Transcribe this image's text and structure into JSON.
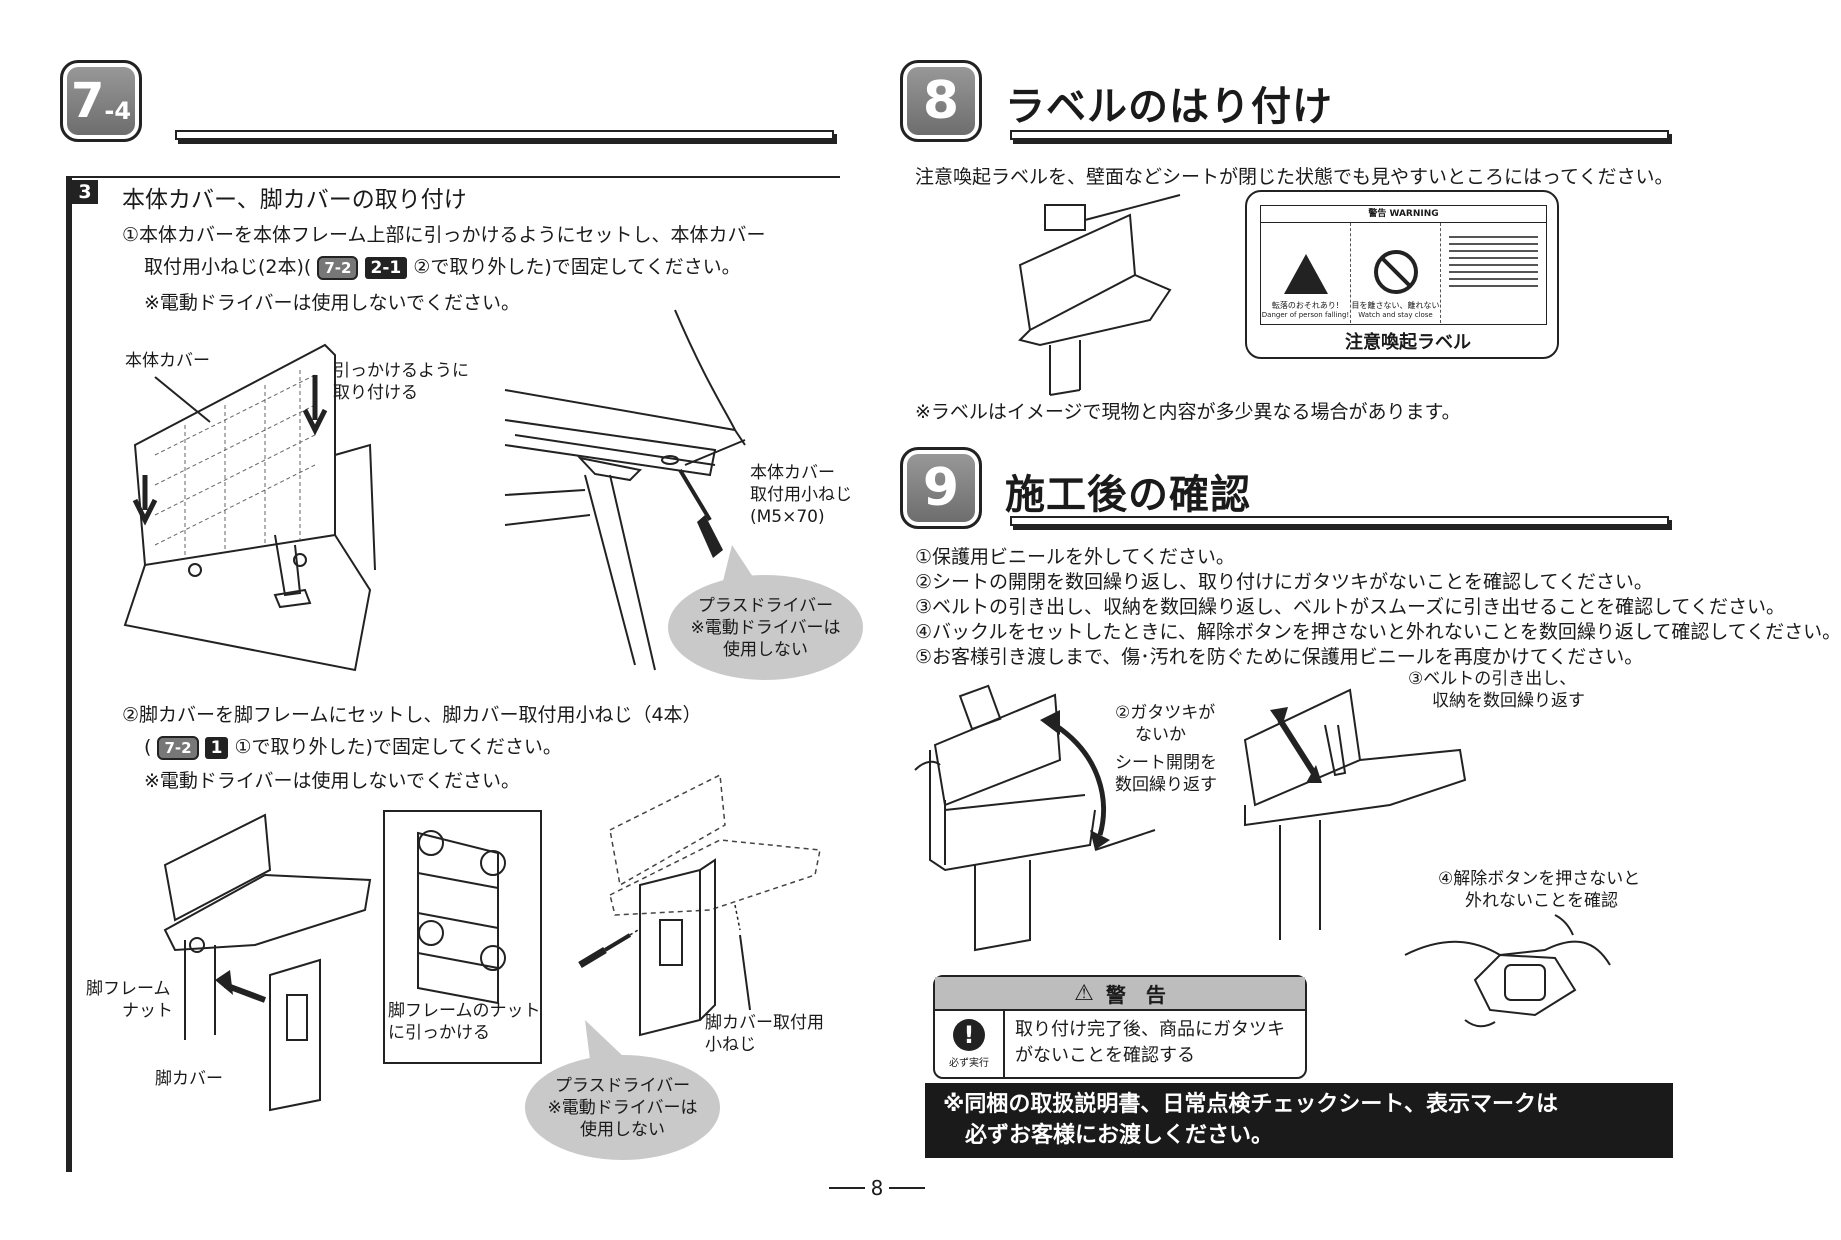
{
  "left": {
    "badge_main": "7",
    "badge_sub": "-4",
    "step_num": "3",
    "section_title": "本体カバー、脚カバーの取り付け",
    "p1_line1": "①本体カバーを本体フレーム上部に引っかけるようにセットし、本体カバー",
    "p1_line2_a": "取付用小ねじ(2本)(",
    "p1_ref1": "7-2",
    "p1_ref2": "2-1",
    "p1_line2_b": "②で取り外した)で固定してください。",
    "p1_note": "※電動ドライバーは使用しないでください。",
    "fig1_label_cover": "本体カバー",
    "fig1_label_hook1": "引っかけるように",
    "fig1_label_hook2": "取り付ける",
    "fig2_label1": "本体カバー",
    "fig2_label2": "取付用小ねじ",
    "fig2_label3": "(M5×70)",
    "bubble1_line1": "プラスドライバー",
    "bubble1_line2": "※電動ドライバーは",
    "bubble1_line3": "使用しない",
    "p2_line1": "②脚カバーを脚フレームにセットし、脚カバー取付用小ねじ（4本）",
    "p2_line2_a": "(",
    "p2_ref1": "7-2",
    "p2_ref2": "1",
    "p2_line2_b": "①で取り外した)で固定してください。",
    "p2_note": "※電動ドライバーは使用しないでください。",
    "fig3_frame": "脚フレーム",
    "fig3_nut": "ナット",
    "fig3_legcover": "脚カバー",
    "fig3_hook1": "脚フレームのナット",
    "fig3_hook2": "に引っかける",
    "fig4_screw1": "脚カバー取付用",
    "fig4_screw2": "小ねじ",
    "bubble2_line1": "プラスドライバー",
    "bubble2_line2": "※電動ドライバーは",
    "bubble2_line3": "使用しない"
  },
  "right": {
    "badge8": "8",
    "title8": "ラベルのはり付け",
    "text8": "注意喚起ラベルを、壁面などシートが閉じた状態でも見やすいところにはってください。",
    "label_caption": "注意喚起ラベル",
    "label_header": "警告 WARNING",
    "label_left_jp": "転落のおそれあり!",
    "label_left_en": "Danger of person falling!",
    "label_mid_jp": "目を離さない、離れない",
    "label_mid_en": "Watch and stay close",
    "note8": "※ラベルはイメージで現物と内容が多少異なる場合があります。",
    "badge9": "9",
    "title9": "施工後の確認",
    "items9": [
      "①保護用ビニールを外してください。",
      "②シートの開閉を数回繰り返し、取り付けにガタツキがないことを確認してください。",
      "③ベルトの引き出し、収納を数回繰り返し、ベルトがスムーズに引き出せることを確認してください。",
      "④バックルをセットしたときに、解除ボタンを押さないと外れないことを数回繰り返して確認してください。",
      "⑤お客様引き渡しまで、傷･汚れを防ぐために保護用ビニールを再度かけてください。"
    ],
    "c2_a": "②ガタツキが",
    "c2_b": "ないか",
    "c2_c": "シート開閉を",
    "c2_d": "数回繰り返す",
    "c3_a": "③ベルトの引き出し、",
    "c3_b": "収納を数回繰り返す",
    "c4_a": "④解除ボタンを押さないと",
    "c4_b": "外れないことを確認",
    "warn_title": "警　告",
    "warn_icon_label": "必ず実行",
    "warn_line1": "取り付け完了後、商品にガタツキ",
    "warn_line2": "がないことを確認する",
    "final_line1": "※同梱の取扱説明書、日常点検チェックシート、表示マークは",
    "final_line2": "必ずお客様にお渡しください。"
  },
  "page_number": "8"
}
